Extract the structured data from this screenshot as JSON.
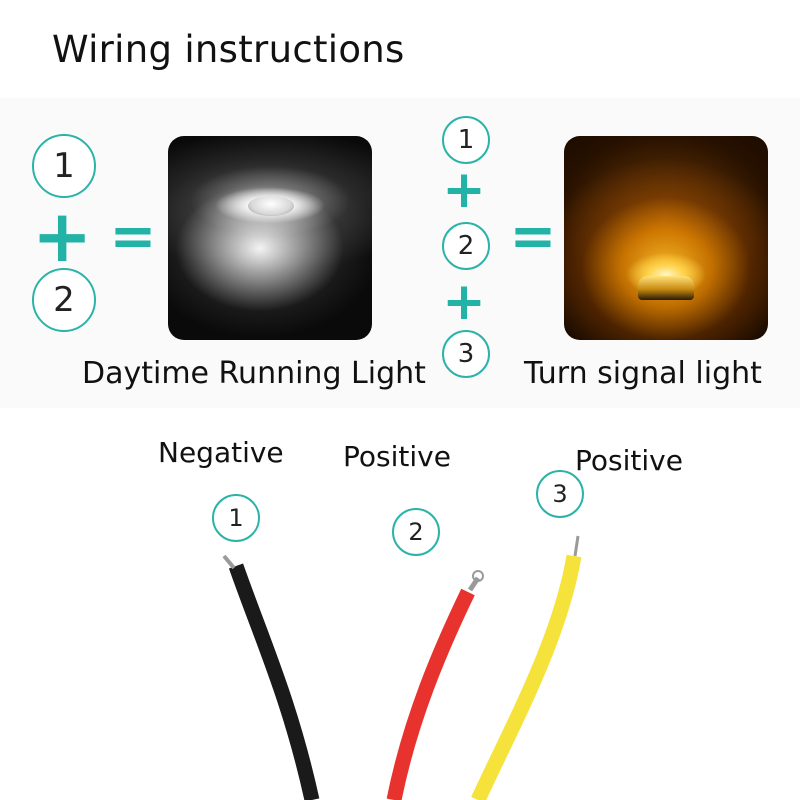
{
  "title": "Wiring instructions",
  "combo_drl": {
    "num1": "1",
    "plus": "+",
    "num2": "2",
    "equals": "=",
    "caption": "Daytime Running Light"
  },
  "combo_turn": {
    "num1": "1",
    "plus1": "+",
    "num2": "2",
    "plus2": "+",
    "num3": "3",
    "equals": "=",
    "caption": "Turn signal light"
  },
  "wires": [
    {
      "label": "Negative",
      "number": "1",
      "color": "#1a1a1a"
    },
    {
      "label": "Positive",
      "number": "2",
      "color": "#e8322d"
    },
    {
      "label": "Positive",
      "number": "3",
      "color": "#f5e23a"
    }
  ],
  "colors": {
    "accent": "#2bb3a8",
    "drl_light": "#ffffff",
    "turn_light": "#ffb020"
  }
}
